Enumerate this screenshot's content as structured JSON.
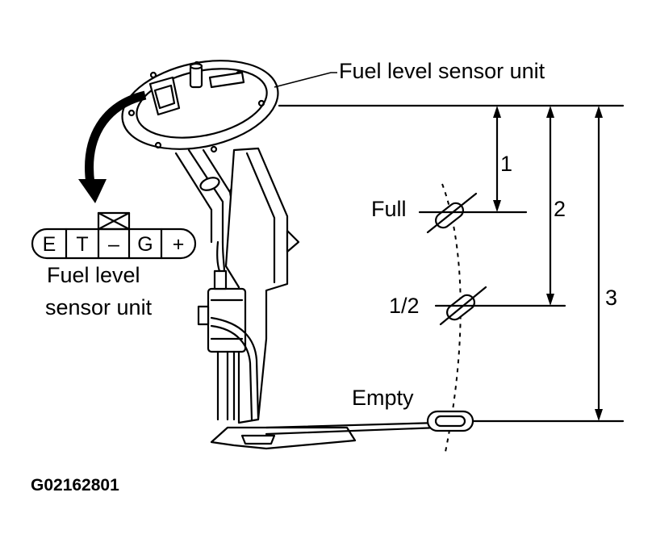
{
  "labels": {
    "top_callout": "Fuel level sensor unit",
    "side_callout_line1": "Fuel level",
    "side_callout_line2": "sensor unit",
    "full": "Full",
    "half": "1/2",
    "empty": "Empty",
    "dim_1": "1",
    "dim_2": "2",
    "dim_3": "3",
    "figure_id": "G02162801"
  },
  "connector": {
    "pins": [
      "E",
      "T",
      "–",
      "G",
      "+"
    ]
  },
  "icons": {
    "arrow": "curved-arrow-icon",
    "unused_terminal": "x-box-icon"
  }
}
